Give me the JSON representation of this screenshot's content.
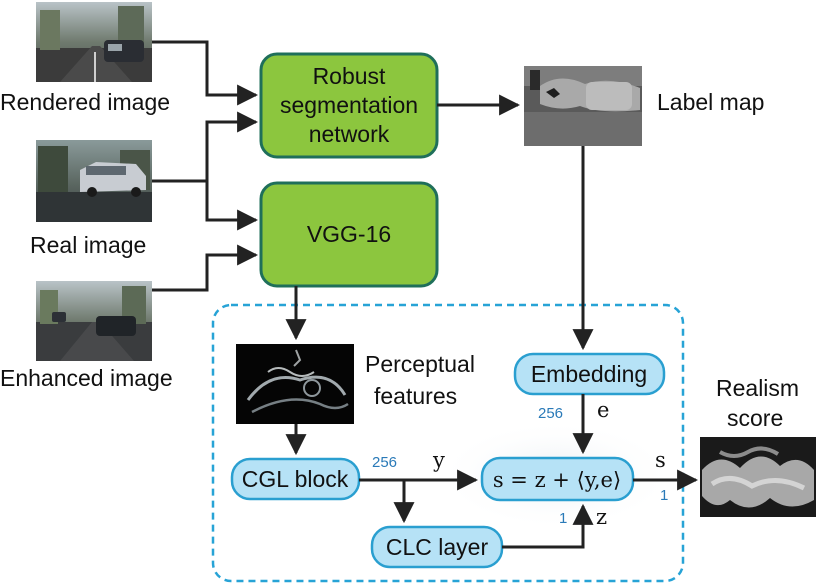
{
  "inputs": {
    "rendered_label": "Rendered image",
    "real_label": "Real image",
    "enhanced_label": "Enhanced image"
  },
  "nodes": {
    "seg_line1": "Robust",
    "seg_line2": "segmentation",
    "seg_line3": "network",
    "vgg": "VGG-16",
    "label_map": "Label map",
    "perceptual_line1": "Perceptual",
    "perceptual_line2": "features",
    "embedding": "Embedding",
    "cgl": "CGL block",
    "clc": "CLC layer",
    "formula": "s = z + ⟨y,e⟩",
    "realism_line1": "Realism",
    "realism_line2": "score"
  },
  "edges": {
    "dim_e": "256",
    "var_e": "e",
    "dim_y": "256",
    "var_y": "y",
    "dim_z": "1",
    "var_z": "z",
    "dim_s": "1",
    "var_s": "s"
  },
  "colors": {
    "green_fill": "#8cc63e",
    "green_stroke": "#1f6f5a",
    "blue_fill": "#b6e2f6",
    "blue_stroke": "#2a9fd0",
    "dashed_border": "#27a3d6",
    "arrow": "#222222"
  }
}
